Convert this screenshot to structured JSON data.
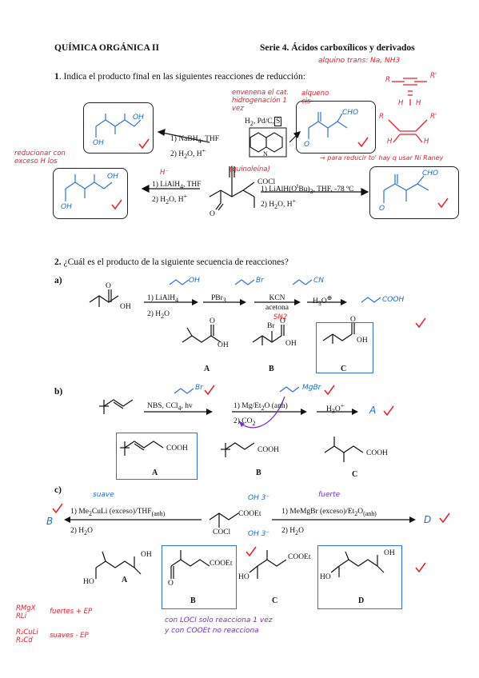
{
  "header": {
    "course": "QUÍMICA ORGÁNICA II",
    "series": "Serie 4. Ácidos carboxílicos y derivados"
  },
  "q1": {
    "number": "1",
    "text": ". Indica el producto final en las siguientes reacciones de reducción:",
    "cond_left_top_1": "1) NaBH",
    "cond_left_top_1_sub": "4",
    "cond_left_top_1_end": ", THF",
    "cond_left_top_2": "2) H",
    "cond_left_top_2_sub": "2",
    "cond_left_top_2_end": "O, H",
    "cond_left_top_2_sup": "+",
    "cond_left_bot_1": "1) LiAlH",
    "cond_left_bot_1_sub": "4",
    "cond_left_bot_1_end": ", THF",
    "cond_left_bot_2": "2) H",
    "cond_left_bot_2_sub": "2",
    "cond_left_bot_2_end": "O, H",
    "cond_left_bot_2_sup": "+",
    "cond_right_top": "H",
    "cond_right_top_sub": "2",
    "cond_right_top_end": ", Pd/C,",
    "cond_right_top_s": "S",
    "cond_right_bot_1": "1) LiAlH(O",
    "cond_right_bot_1_sup": "t",
    "cond_right_bot_1_end": "Bu)",
    "cond_right_bot_1_sub": "3",
    "cond_right_bot_1_tail": ", THF, -78 ºC",
    "cond_right_bot_2": "2) H",
    "cond_right_bot_2_sub": "2",
    "cond_right_bot_2_end": "O, H",
    "cond_right_bot_2_sup": "+",
    "center_coc": "COCl",
    "center_o": "O",
    "quinoline_n": "N",
    "prod_tl_oh1": "OH",
    "prod_tl_oh2": "OH",
    "prod_bl_oh1": "OH",
    "prod_bl_oh2": "OH",
    "prod_tr_cho": "CHO",
    "prod_tr_o": "O",
    "prod_br_cho": "CHO",
    "prod_br_o": "O",
    "note_env": "envenena el cat.\nhidrogenación 1\nvez",
    "note_quin": "(quinoleína)",
    "note_alqueno": "alqueno\ncis",
    "note_alquino": "alquino trans: Na, NH3",
    "note_reducir": "→ para reducir to' hay q usar Ni Raney",
    "note_reducir_left": "reducionar con\nexceso H los",
    "note_hminus": "H⁻",
    "alkyne_r": "R",
    "alkyne_r2": "R'",
    "alkyne_h": "H",
    "alkyne_h2": "H",
    "alkene_r": "R",
    "alkene_r2": "R'",
    "alkene_h": "H",
    "alkene_h2": "H"
  },
  "q2": {
    "number": "2.",
    "text": " ¿Cuál es el producto de la siguiente secuencia de reacciones?",
    "a": {
      "label": "a)",
      "oh": "OH",
      "o": "O",
      "r1_1": "1) LiAlH",
      "r1_1_sub": "4",
      "r1_2": "2) H",
      "r1_2_sub": "2",
      "r1_2_end": "O",
      "r2": "PBr",
      "r2_sub": "3",
      "r3_1": "KCN",
      "r3_2": "acetona",
      "r4": "H",
      "r4_sub": "3",
      "r4_end": "O",
      "r4_sup": "⊕",
      "hand_oh": "OH",
      "hand_br": "Br",
      "hand_cn": "CN",
      "hand_cooh": "COOH",
      "hand_sn2": "SN2",
      "opt_a_oh": "OH",
      "opt_a_o": "O",
      "opt_b_br": "Br",
      "opt_b_oh": "OH",
      "opt_b_o": "O",
      "opt_c_oh": "OH",
      "opt_c_o": "O",
      "label_A": "A",
      "label_B": "B",
      "label_C": "C"
    },
    "b": {
      "label": "b)",
      "r1": "NBS, CCl",
      "r1_sub": "4",
      "r1_end": ", hv",
      "r2_1": "1) Mg/Et",
      "r2_1_sub": "2",
      "r2_1_end": "O (anh)",
      "r2_2": "2) CO",
      "r2_2_sub": "2",
      "r3": "H",
      "r3_sub": "3",
      "r3_end": "O",
      "r3_sup": "+",
      "hand_br": "Br",
      "hand_mgbr": "MgBr",
      "hand_answer": "A",
      "opt_a": "COOH",
      "opt_b": "COOH",
      "opt_c": "COOH",
      "label_A": "A",
      "label_B": "B",
      "label_C": "C"
    },
    "c": {
      "label": "c)",
      "left_1": "1) Me",
      "left_1_sub": "2",
      "left_1_end": "CuLi (exceso)/THF",
      "left_1_sub2": "(anh)",
      "left_2": "2) H",
      "left_2_sub": "2",
      "left_2_end": "O",
      "right_1": "1) MeMgBr (exceso)/Et",
      "right_1_sub": "2",
      "right_1_end": "O",
      "right_1_sub2": "(anh)",
      "right_2": "2) H",
      "right_2_sub": "2",
      "right_2_end": "O",
      "center_cooet": "COOEt",
      "center_cocl": "COCl",
      "hand_suave": "suave",
      "hand_fuerte": "fuerte",
      "hand_oh3": "OH 3⁻",
      "hand_b": "B",
      "hand_d": "D",
      "opt_a_oh": "OH",
      "opt_a_ho": "HO",
      "opt_b_cooet": "COOEt",
      "opt_b_o": "O",
      "opt_c_cooet": "COOEt",
      "opt_c_ho": "HO",
      "opt_d_oh": "OH",
      "opt_d_ho": "HO",
      "label_A": "A",
      "label_B": "B",
      "label_C": "C",
      "label_D": "D",
      "note_bottom": "con LOCl solo reacciona 1 vez\ny con COOEt no reacciona",
      "note_left_1": "RMgX\nRLi",
      "note_left_1b": "fuertes + EP",
      "note_left_2": "R₂CuLi\nR₂Cd",
      "note_left_2b": "suaves - EP"
    }
  }
}
